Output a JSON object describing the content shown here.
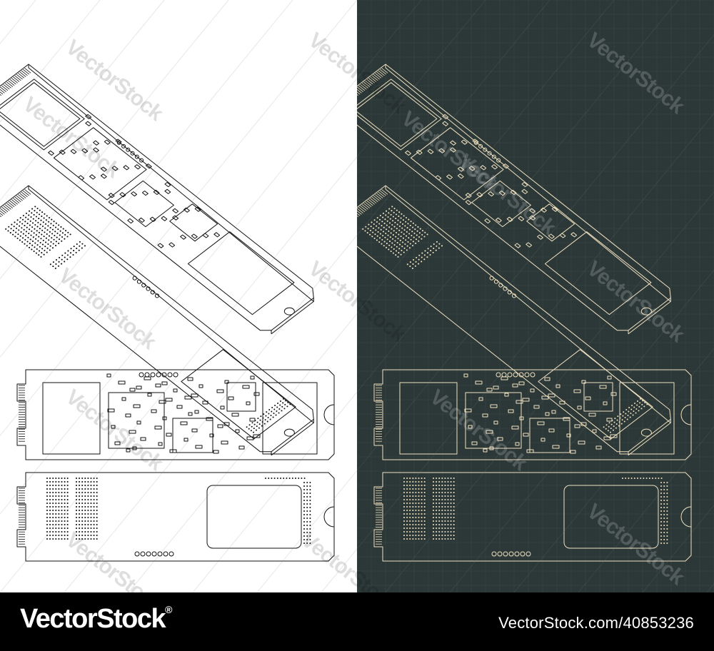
{
  "watermark": {
    "text": "VectorStock"
  },
  "footer": {
    "brand": "VectorStock",
    "brand_trademark": "®",
    "image_id": "VectorStock.com/40853236"
  },
  "colors": {
    "light_background": "#ffffff",
    "light_line": "#111111",
    "dark_background": "#2c3838",
    "dark_line": "#efe0bf",
    "footer_background": "#000000"
  },
  "icons": [
    "m2-ssd-drawing",
    "vectorstock-logo"
  ]
}
